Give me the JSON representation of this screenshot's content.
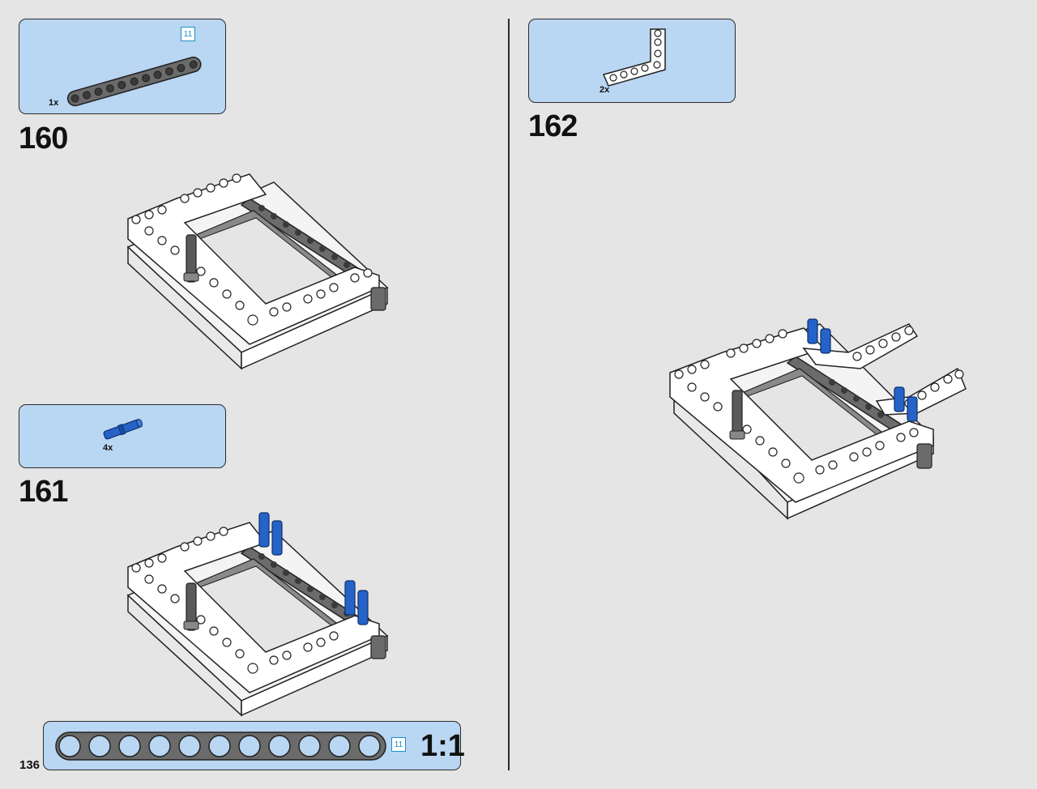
{
  "page": {
    "number": "136"
  },
  "steps": [
    {
      "id": "160",
      "parts": [
        {
          "qty": "1x",
          "length": "11",
          "icon": "dark-gray-beam-icon"
        }
      ]
    },
    {
      "id": "161",
      "parts": [
        {
          "qty": "4x",
          "icon": "blue-pin-icon"
        }
      ]
    },
    {
      "id": "162",
      "parts": [
        {
          "qty": "2x",
          "icon": "white-l-beam-icon"
        }
      ]
    }
  ],
  "scale_ruler": {
    "length": "11",
    "scale": "1:1",
    "holes": 11
  },
  "colors": {
    "background": "#e5e5e5",
    "parts_box": "#b9d6f2",
    "pin_blue": "#2563c9",
    "beam_gray": "#6b6b6b",
    "badge_blue": "#1a8fc9"
  }
}
